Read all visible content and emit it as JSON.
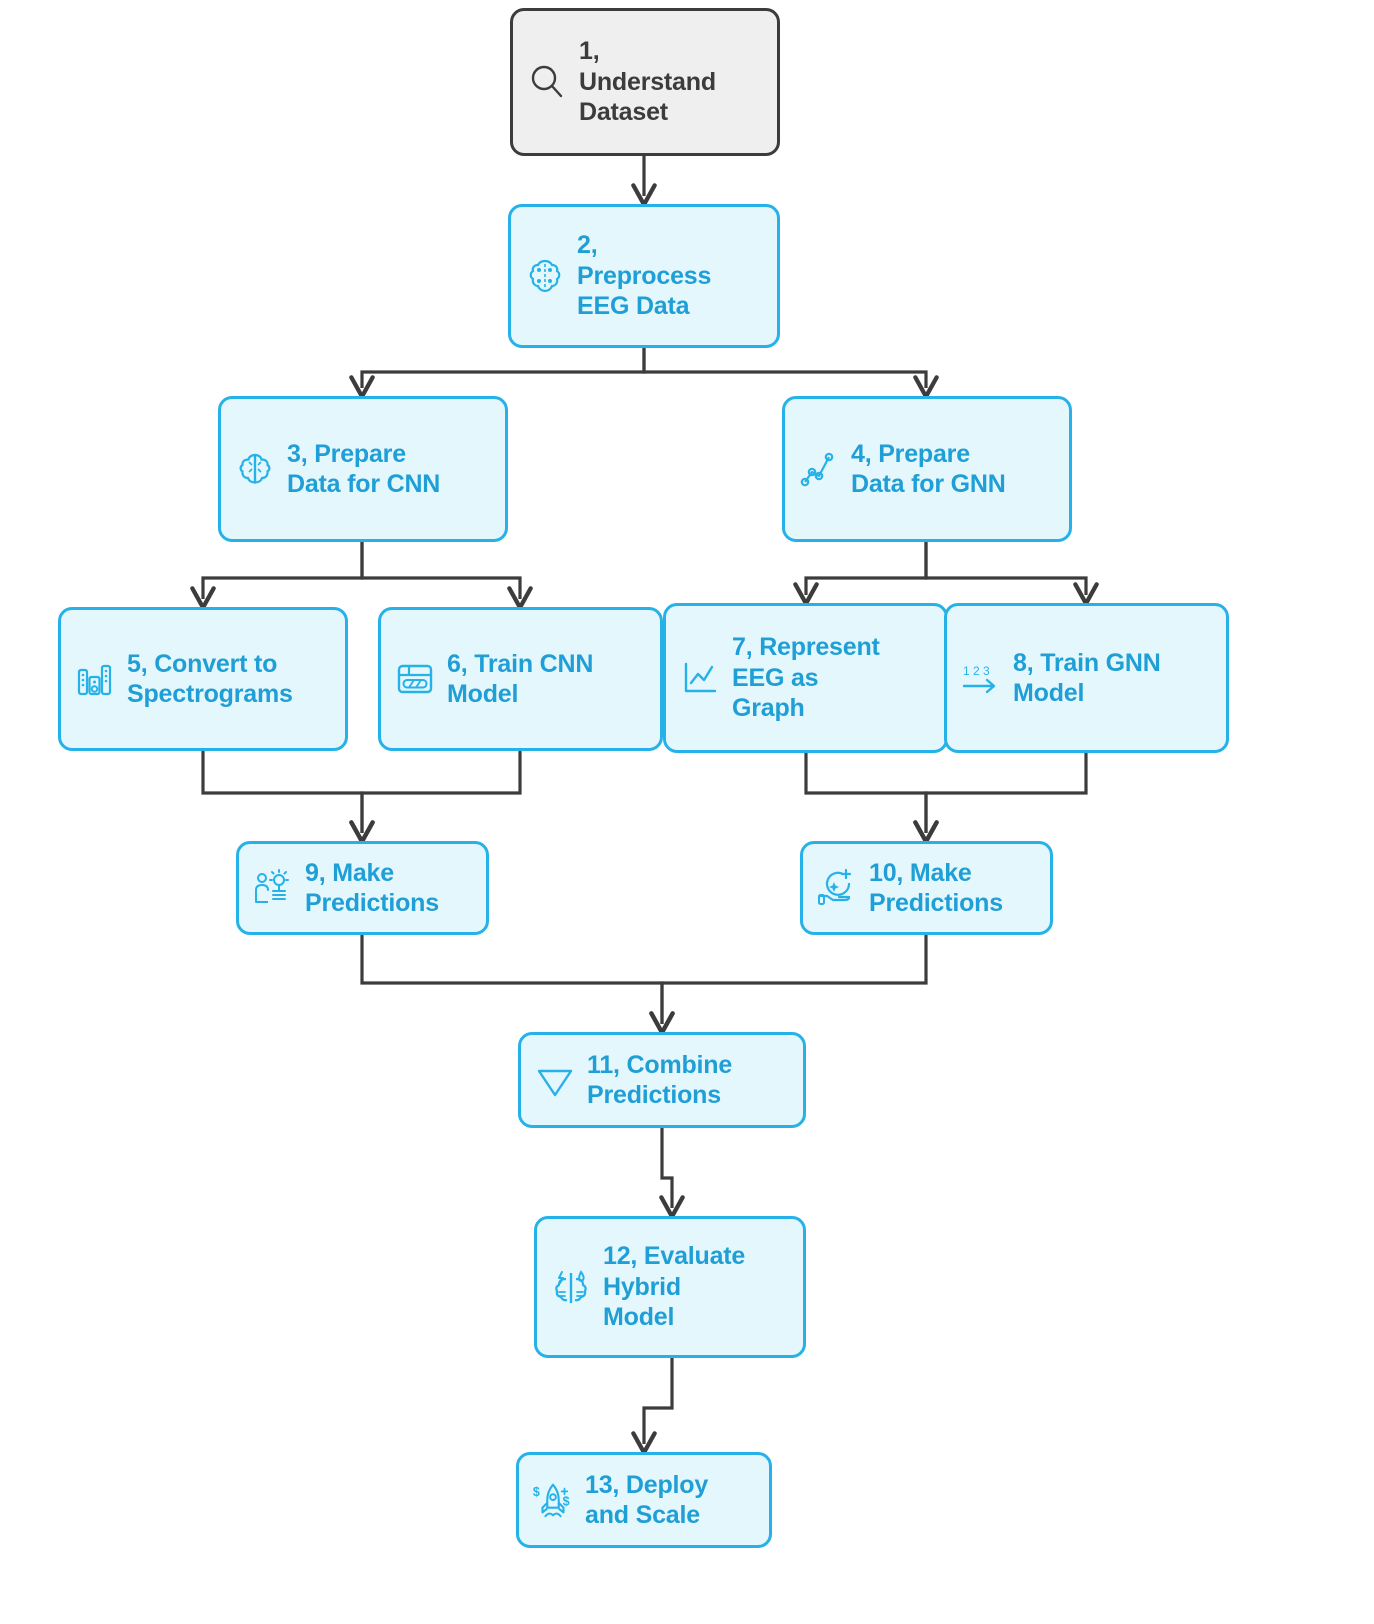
{
  "diagram": {
    "title": "EEG Hybrid CNN-GNN Pipeline Flowchart",
    "colors": {
      "accent": "#26b2e8",
      "node_fill": "#e4f7fd",
      "node_text": "#1f9fd6",
      "start_border": "#3c3c3c",
      "start_fill": "#efefef",
      "start_text": "#3c3c3c",
      "edge": "#3c3c3c",
      "background": "#ffffff"
    },
    "nodes": [
      {
        "id": "n1",
        "number": "1,",
        "label": "1,\nUnderstand\nDataset",
        "icon": "magnifier-icon",
        "style": "start"
      },
      {
        "id": "n2",
        "number": "2,",
        "label": "2,\nPreprocess\nEEG Data",
        "icon": "brain-circuit-icon",
        "style": "step"
      },
      {
        "id": "n3",
        "number": "3,",
        "label": "3, Prepare\nData for CNN",
        "icon": "brain-icon",
        "style": "step"
      },
      {
        "id": "n4",
        "number": "4,",
        "label": "4, Prepare\nData for GNN",
        "icon": "graph-nodes-icon",
        "style": "step"
      },
      {
        "id": "n5",
        "number": "5,",
        "label": "5, Convert to\nSpectrograms",
        "icon": "equalizer-icon",
        "style": "step"
      },
      {
        "id": "n6",
        "number": "6,",
        "label": "6, Train CNN\nModel",
        "icon": "layers-card-icon",
        "style": "step"
      },
      {
        "id": "n7",
        "number": "7,",
        "label": "7, Represent\nEEG as\nGraph",
        "icon": "line-chart-icon",
        "style": "step"
      },
      {
        "id": "n8",
        "number": "8,",
        "label": "8, Train GNN\nModel",
        "icon": "numbers-arrow-icon",
        "style": "step"
      },
      {
        "id": "n9",
        "number": "9,",
        "label": "9, Make\nPredictions",
        "icon": "person-idea-icon",
        "style": "step"
      },
      {
        "id": "n10",
        "number": "10,",
        "label": "10, Make\nPredictions",
        "icon": "hand-sparkle-icon",
        "style": "step"
      },
      {
        "id": "n11",
        "number": "11,",
        "label": "11, Combine\nPredictions",
        "icon": "triangle-down-icon",
        "style": "step"
      },
      {
        "id": "n12",
        "number": "12,",
        "label": "12, Evaluate\nHybrid\nModel",
        "icon": "brain-split-icon",
        "style": "step"
      },
      {
        "id": "n13",
        "number": "13,",
        "label": "13, Deploy\nand Scale",
        "icon": "rocket-money-icon",
        "style": "step"
      }
    ],
    "edges": [
      {
        "from": "n1",
        "to": "n2",
        "kind": "straight"
      },
      {
        "from": "n2",
        "to": "n3",
        "kind": "branch-left"
      },
      {
        "from": "n2",
        "to": "n4",
        "kind": "branch-right"
      },
      {
        "from": "n3",
        "to": "n5",
        "kind": "branch-left"
      },
      {
        "from": "n3",
        "to": "n6",
        "kind": "branch-right"
      },
      {
        "from": "n4",
        "to": "n7",
        "kind": "branch-left"
      },
      {
        "from": "n4",
        "to": "n8",
        "kind": "branch-right"
      },
      {
        "from": "n5",
        "to": "n9",
        "kind": "merge"
      },
      {
        "from": "n6",
        "to": "n9",
        "kind": "merge"
      },
      {
        "from": "n7",
        "to": "n10",
        "kind": "merge"
      },
      {
        "from": "n8",
        "to": "n10",
        "kind": "merge"
      },
      {
        "from": "n9",
        "to": "n11",
        "kind": "merge"
      },
      {
        "from": "n10",
        "to": "n11",
        "kind": "merge"
      },
      {
        "from": "n11",
        "to": "n12",
        "kind": "jog-right"
      },
      {
        "from": "n12",
        "to": "n13",
        "kind": "jog-left"
      }
    ]
  }
}
